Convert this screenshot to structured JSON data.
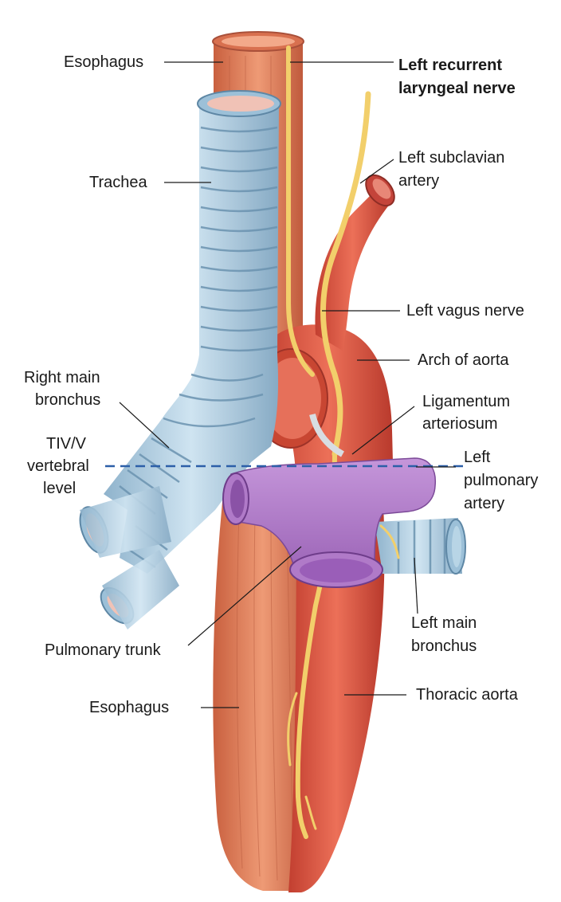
{
  "title": "",
  "colors": {
    "esophagus": "#e37f5b",
    "esophagus_dark": "#b3553a",
    "aorta": "#e0563f",
    "aorta_dark": "#a8352a",
    "trachea": "#a9cbe0",
    "trachea_dark": "#6f97b3",
    "pulmonary": "#b07ac8",
    "pulmonary_dark": "#7c4a98",
    "nerve": "#f2cf6b",
    "vertebral_line": "#2c5fa8"
  },
  "labels": {
    "esophagus_top": "Esophagus",
    "left_recurrent_1": "Left recurrent",
    "left_recurrent_2": "laryngeal nerve",
    "left_subclavian_1": "Left subclavian",
    "left_subclavian_2": "artery",
    "trachea": "Trachea",
    "left_vagus": "Left vagus nerve",
    "arch_aorta": "Arch of aorta",
    "right_main_1": "Right main",
    "right_main_2": "bronchus",
    "ligamentum_1": "Ligamentum",
    "ligamentum_2": "arteriosum",
    "tiv_1": "TIV/V",
    "tiv_2": "vertebral",
    "tiv_3": "level",
    "left_pulm_1": "Left",
    "left_pulm_2": "pulmonary",
    "left_pulm_3": "artery",
    "left_main_1": "Left main",
    "left_main_2": "bronchus",
    "pulmonary_trunk": "Pulmonary trunk",
    "esophagus_bottom": "Esophagus",
    "thoracic_aorta": "Thoracic aorta"
  }
}
